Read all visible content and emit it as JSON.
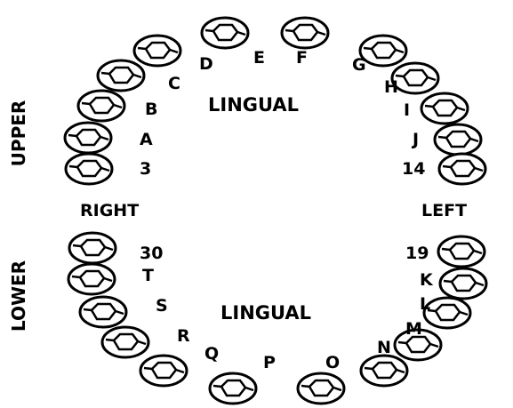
{
  "chart": {
    "upper_label": "UPPER",
    "lower_label": "LOWER",
    "right_label": "RIGHT",
    "left_label": "LEFT",
    "upper_lingual": "LINGUAL",
    "lower_lingual": "LINGUAL"
  },
  "upper_teeth": [
    {
      "label": "3"
    },
    {
      "label": "A"
    },
    {
      "label": "B"
    },
    {
      "label": "C"
    },
    {
      "label": "D"
    },
    {
      "label": "E"
    },
    {
      "label": "F"
    },
    {
      "label": "G"
    },
    {
      "label": "H"
    },
    {
      "label": "I"
    },
    {
      "label": "J"
    },
    {
      "label": "14"
    }
  ],
  "lower_teeth": [
    {
      "label": "30"
    },
    {
      "label": "T"
    },
    {
      "label": "S"
    },
    {
      "label": "R"
    },
    {
      "label": "Q"
    },
    {
      "label": "P"
    },
    {
      "label": "O"
    },
    {
      "label": "N"
    },
    {
      "label": "M"
    },
    {
      "label": "L"
    },
    {
      "label": "K"
    },
    {
      "label": "19"
    }
  ]
}
